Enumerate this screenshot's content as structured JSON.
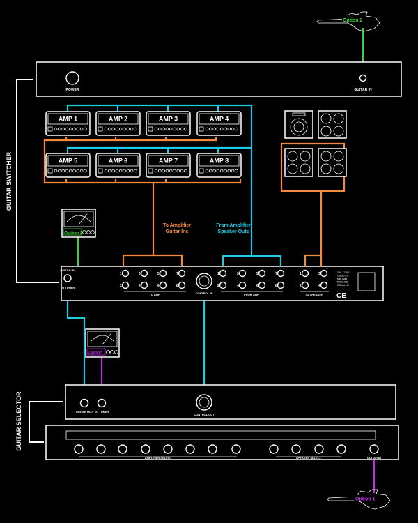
{
  "labels": {
    "power": "POWER",
    "guitar_in": "GUITAR IN",
    "guitar_switcher": "GUITAR SWITCHER",
    "guitar_selector": "GUITAR SELECTOR",
    "guitar_in_short": "GUITAR IN/",
    "to_tuner": "TO TUNER",
    "to_amp": "TO AMP",
    "control_in": "CONTROL IN",
    "from_amp": "FROM AMP",
    "to_speaker": "TO SPEAKER",
    "guitar_out": "GUITAR OUT",
    "to_tuner_lower": "TO TUNER",
    "control_out": "CONTROL OUT",
    "amplifier_select": "AMPLIFIER SELECT",
    "speaker_select": "SPEAKER SELECT",
    "guitar_in_lower": "GUITAR IN",
    "to_amp_ins_1": "To Amplifier",
    "to_amp_ins_2": "Guitar Ins",
    "from_amp_outs_1": "From Amplifier",
    "from_amp_outs_2": "Speaker Outs",
    "ce_mark": "CE",
    "fine_print": [
      "2.5A T 125V",
      "Class 2 Ext",
      "Max Load",
      "500W 16Ω",
      "SERIAL NO"
    ]
  },
  "amps": [
    "AMP 1",
    "AMP 2",
    "AMP 3",
    "AMP 4",
    "AMP 5",
    "AMP 6",
    "AMP 7",
    "AMP 8"
  ],
  "options": {
    "top_guitar": "Option 2",
    "meter_upper": "Option 2",
    "meter_lower": "Option 1",
    "bottom_guitar": "Option 1"
  },
  "jack_numbers": {
    "to_amp_top": [
      "1",
      "3",
      "5",
      "7"
    ],
    "to_amp_bottom": [
      "2",
      "4",
      "6",
      "8"
    ],
    "from_amp_top": [
      "1",
      "3",
      "5",
      "7"
    ],
    "from_amp_bottom": [
      "2",
      "4",
      "6",
      "8"
    ],
    "to_speaker_top": [
      "1",
      "3"
    ],
    "to_speaker_bottom": [
      "2",
      "4"
    ]
  },
  "colors": {
    "speaker_signal": "#1ccbe6",
    "amp_input": "#f58a3a",
    "option_2": "#3ad43a",
    "option_1": "#c02ee0"
  }
}
